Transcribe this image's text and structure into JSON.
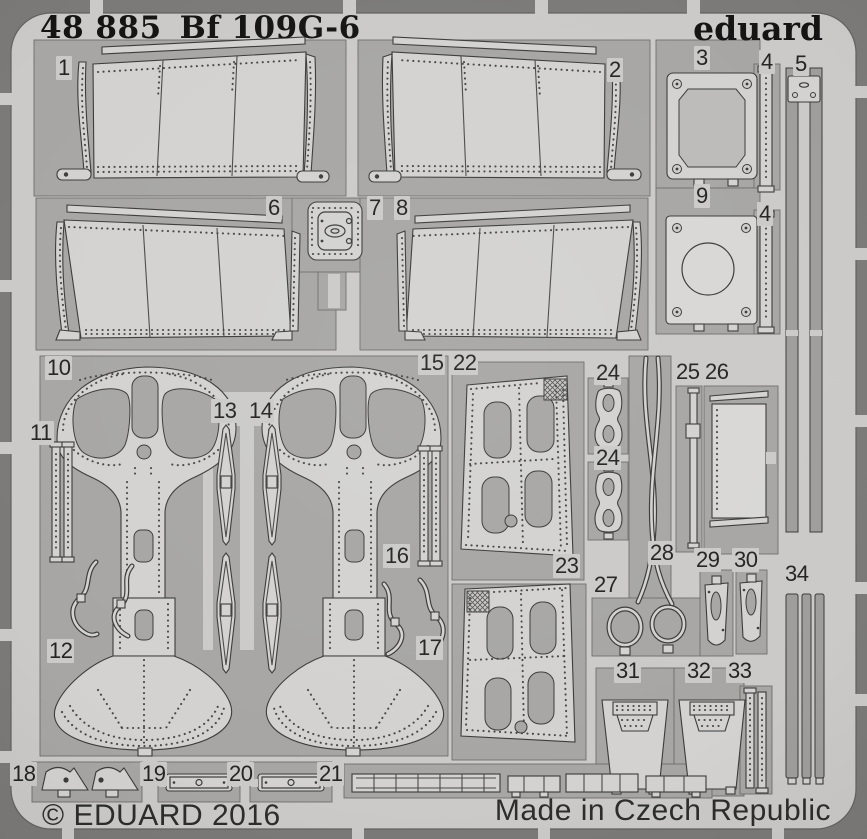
{
  "header": {
    "catalog_number": "48 885",
    "kit_name": "Bf 109G-6",
    "brand": "eduard"
  },
  "footer": {
    "copyright": "© EDUARD 2016",
    "origin": "Made in Czech Republic"
  },
  "colors": {
    "sheet": "#cbcac8",
    "etch_pocket": "#a7a6a4",
    "part_metal": "#d3d2d0",
    "photo_edge": "#8b8a88",
    "outline": "#3b3b3b",
    "text": "#242424"
  },
  "part_labels": [
    {
      "text": "1"
    },
    {
      "text": "2"
    },
    {
      "text": "3"
    },
    {
      "text": "4"
    },
    {
      "text": "5"
    },
    {
      "text": "6"
    },
    {
      "text": "7"
    },
    {
      "text": "8"
    },
    {
      "text": "9"
    },
    {
      "text": "10"
    },
    {
      "text": "11"
    },
    {
      "text": "13"
    },
    {
      "text": "14"
    },
    {
      "text": "15"
    },
    {
      "text": "22"
    },
    {
      "text": "24"
    },
    {
      "text": "24"
    },
    {
      "text": "25"
    },
    {
      "text": "26"
    },
    {
      "text": "12"
    },
    {
      "text": "16"
    },
    {
      "text": "17"
    },
    {
      "text": "23"
    },
    {
      "text": "27"
    },
    {
      "text": "28"
    },
    {
      "text": "29"
    },
    {
      "text": "30"
    },
    {
      "text": "34"
    },
    {
      "text": "31"
    },
    {
      "text": "32"
    },
    {
      "text": "33"
    },
    {
      "text": "18"
    },
    {
      "text": "19"
    },
    {
      "text": "20"
    },
    {
      "text": "21"
    },
    {
      "text": "4"
    }
  ]
}
